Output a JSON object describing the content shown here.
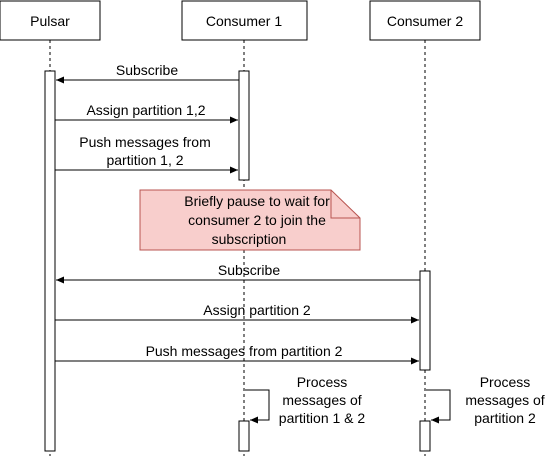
{
  "participants": [
    {
      "id": "pulsar",
      "label": "Pulsar"
    },
    {
      "id": "consumer1",
      "label": "Consumer 1"
    },
    {
      "id": "consumer2",
      "label": "Consumer 2"
    }
  ],
  "messages": [
    {
      "from": "consumer1",
      "to": "pulsar",
      "lines": [
        "Subscribe"
      ]
    },
    {
      "from": "pulsar",
      "to": "consumer1",
      "lines": [
        "Assign partition 1,2"
      ]
    },
    {
      "from": "pulsar",
      "to": "consumer1",
      "lines": [
        "Push messages from",
        "partition 1, 2"
      ]
    },
    {
      "from": "consumer2",
      "to": "pulsar",
      "lines": [
        "Subscribe"
      ]
    },
    {
      "from": "pulsar",
      "to": "consumer2",
      "lines": [
        "Assign partition 2"
      ]
    },
    {
      "from": "pulsar",
      "to": "consumer2",
      "lines": [
        "Push messages from partition 2"
      ]
    }
  ],
  "note": {
    "lines": [
      "Briefly pause to wait for",
      "consumer 2 to join the",
      "subscription"
    ],
    "fill": "#f8cecc",
    "stroke": "#b85450"
  },
  "self_messages": [
    {
      "participant": "consumer1",
      "lines": [
        "Process",
        "messages of",
        "partition 1 & 2"
      ]
    },
    {
      "participant": "consumer2",
      "lines": [
        "Process",
        "messages of",
        "partition 2"
      ]
    }
  ]
}
